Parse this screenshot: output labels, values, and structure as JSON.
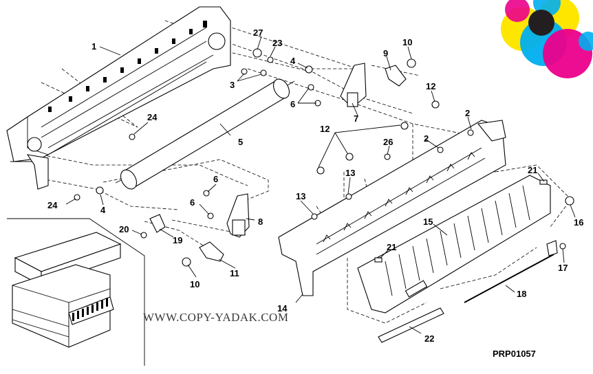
{
  "callouts": {
    "c1": "1",
    "c2a": "2",
    "c2b": "2",
    "c3": "3",
    "c4a": "4",
    "c4b": "4",
    "c5": "5",
    "c6a": "6",
    "c6b": "6",
    "c6c": "6",
    "c7": "7",
    "c8": "8",
    "c9": "9",
    "c10a": "10",
    "c10b": "10",
    "c11": "11",
    "c12a": "12",
    "c12b": "12",
    "c13a": "13",
    "c13b": "13",
    "c14": "14",
    "c15": "15",
    "c16": "16",
    "c17": "17",
    "c18": "18",
    "c19": "19",
    "c20": "20",
    "c21a": "21",
    "c21b": "21",
    "c22": "22",
    "c23": "23",
    "c24a": "24",
    "c24b": "24",
    "c26": "26",
    "c27": "27"
  },
  "watermark": "WWW.COPY-YADAK.COM",
  "reference_code": "PRP01057",
  "logo_colors": [
    "#ffe600",
    "#00aeef",
    "#ec008c",
    "#231f20"
  ]
}
